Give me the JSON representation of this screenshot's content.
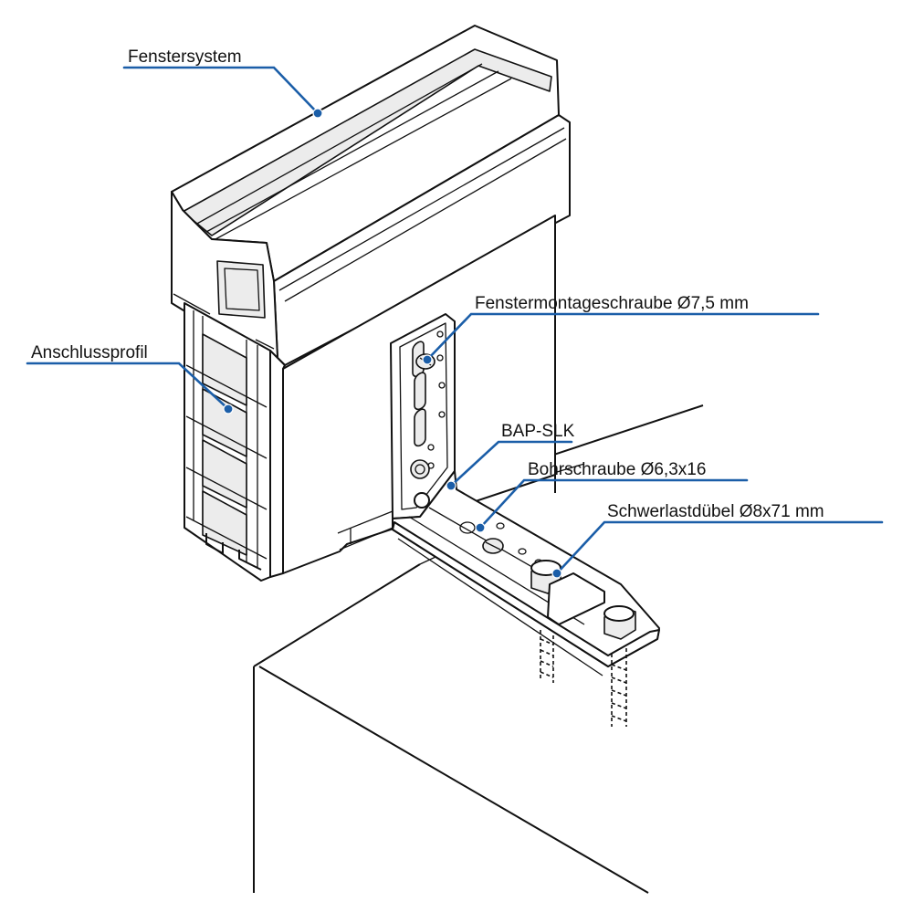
{
  "labels": {
    "fenstersystem": "Fenstersystem",
    "anschlussprofil": "Anschlussprofil",
    "fenstermontageschraube": "Fenstermontageschraube Ø7,5 mm",
    "bap_slk": "BAP-SLK",
    "bohrschraube": "Bohrschraube Ø6,3x16",
    "schwerlastduebel": "Schwerlastdübel Ø8x71 mm"
  },
  "colors": {
    "leader": "#1b5ea8",
    "line": "#111111",
    "background": "#ffffff"
  }
}
